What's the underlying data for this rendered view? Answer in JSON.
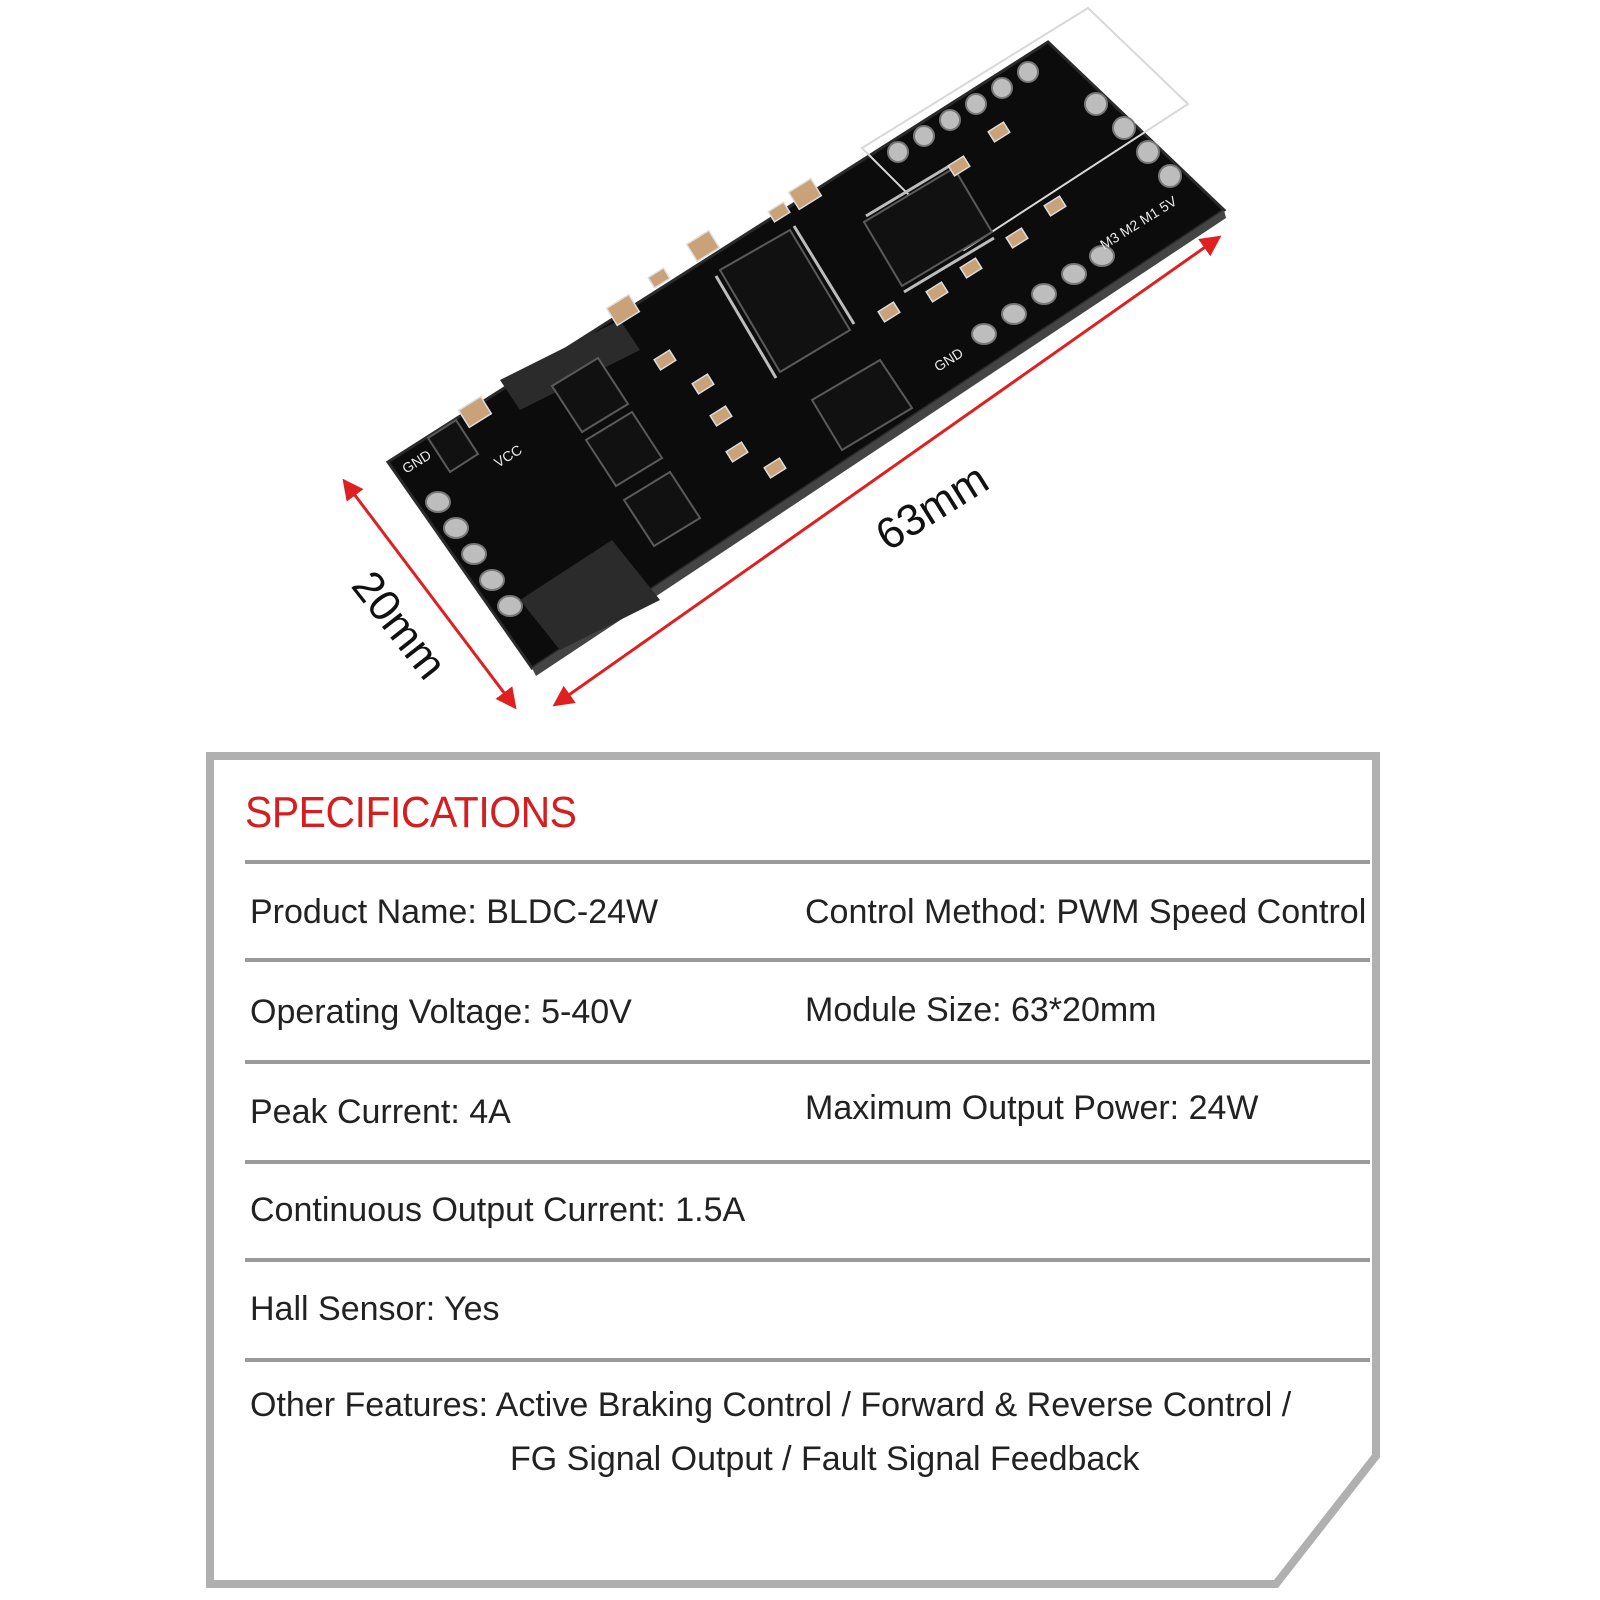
{
  "board": {
    "length_label": "63mm",
    "width_label": "20mm",
    "silkscreen": {
      "gnd_left": "GND",
      "vcc": "VCC",
      "gnd_right": "GND",
      "pins": "M3 M2 M1 5V"
    }
  },
  "specs": {
    "title": "SPECIFICATIONS",
    "product_name": "Product Name: BLDC-24W",
    "control_method": "Control Method: PWM Speed Control",
    "operating_voltage": "Operating Voltage: 5-40V",
    "module_size": "Module Size: 63*20mm",
    "peak_current": "Peak Current: 4A",
    "max_output_power": "Maximum Output Power: 24W",
    "continuous_current": "Continuous Output Current: 1.5A",
    "hall_sensor": "Hall Sensor: Yes",
    "other_features_line1": "Other Features: Active Braking Control / Forward & Reverse Control /",
    "other_features_line2": "FG Signal Output / Fault Signal Feedback"
  },
  "colors": {
    "title_red": "#d31f1f",
    "dimension_arrow": "#e02020",
    "pcb": "#0c0c0c",
    "frame": "#b0b0b0"
  }
}
